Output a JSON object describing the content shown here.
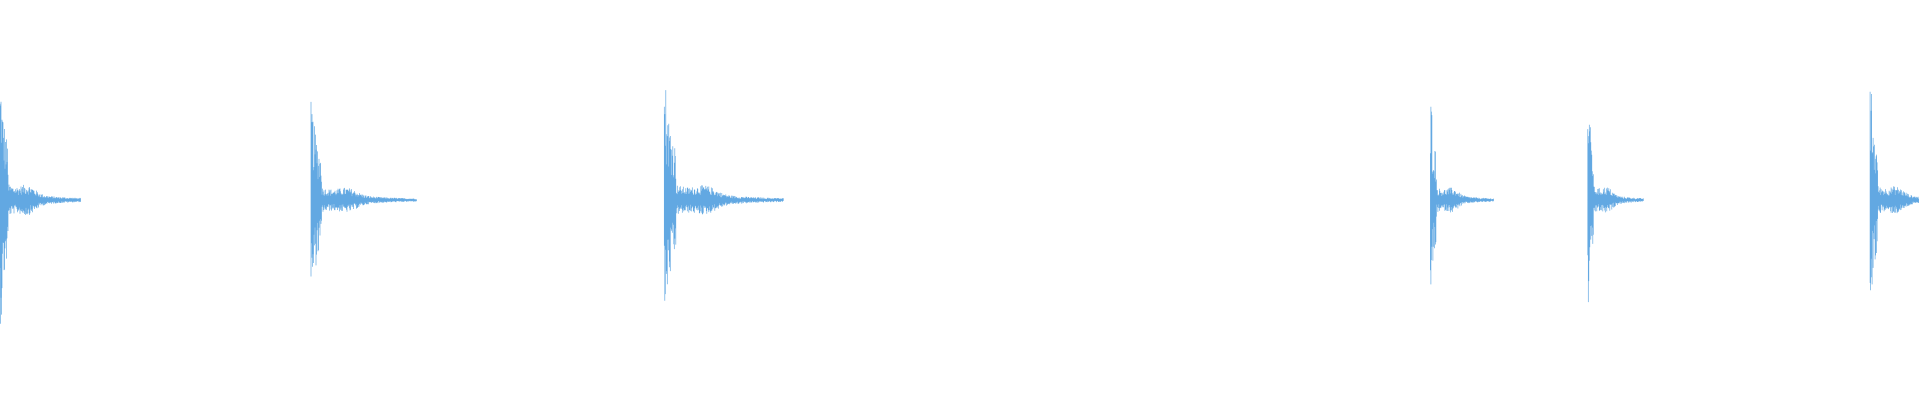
{
  "waveform": {
    "color": "#62a8e2",
    "background": "#ffffff",
    "events": [
      {
        "onset": 0.0,
        "peak": 1.0,
        "decay": 0.042
      },
      {
        "onset": 0.162,
        "peak": 0.8,
        "decay": 0.055
      },
      {
        "onset": 0.346,
        "peak": 0.95,
        "decay": 0.062
      },
      {
        "onset": 0.745,
        "peak": 0.8,
        "decay": 0.033
      },
      {
        "onset": 0.827,
        "peak": 0.87,
        "decay": 0.029
      },
      {
        "onset": 0.974,
        "peak": 0.89,
        "decay": 0.04
      }
    ]
  }
}
